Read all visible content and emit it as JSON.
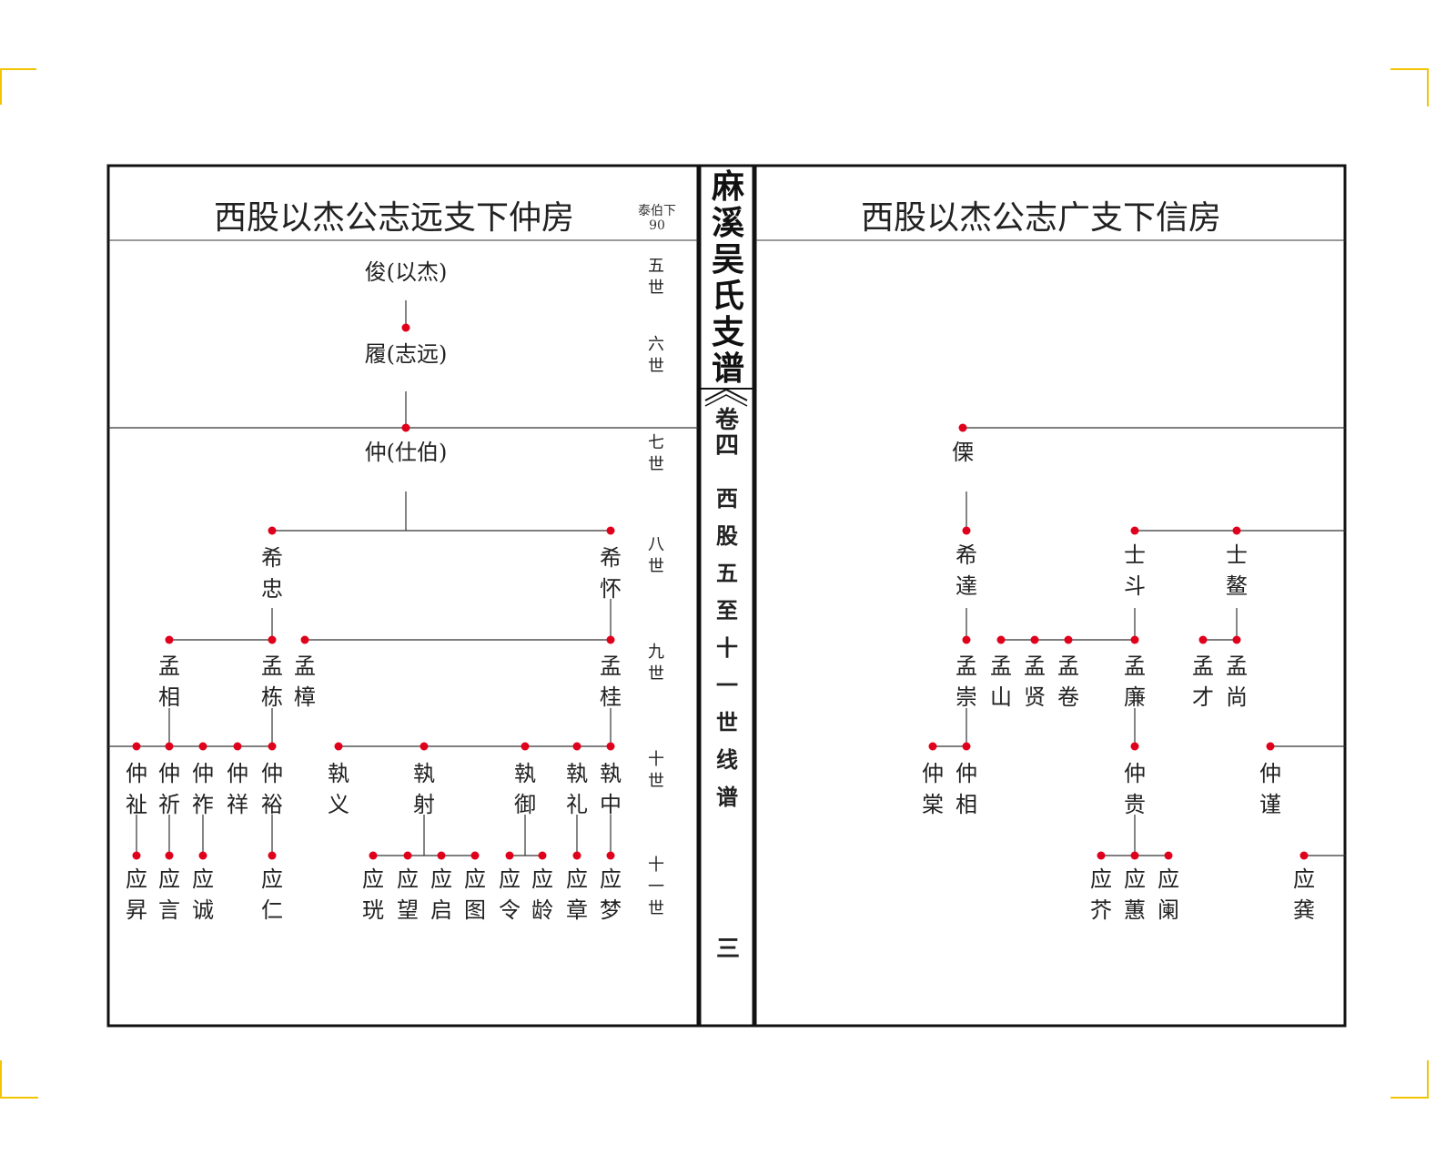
{
  "spine": {
    "title": "麻溪吴氏支谱",
    "volume": "卷四",
    "subtitle": "西股五至十一世线谱",
    "page": "三"
  },
  "left_page": {
    "title": "西股以杰公志远支下仲房",
    "tag_line1": "泰伯下",
    "tag_line2": "90",
    "generations": [
      "五世",
      "六世",
      "七世",
      "八世",
      "九世",
      "十世",
      "十一世"
    ],
    "names": [
      "俊(以杰)",
      "履(志远)",
      "仲(仕伯)",
      "希忠",
      "希怀",
      "孟相",
      "孟栋",
      "孟樟",
      "孟桂",
      "仲祉",
      "仲祈",
      "仲祚",
      "仲祥",
      "仲裕",
      "執义",
      "執射",
      "執御",
      "執礼",
      "執中",
      "应昇",
      "应言",
      "应诚",
      "应仁",
      "应珖",
      "应望",
      "应启",
      "应图",
      "应令",
      "应龄",
      "应章",
      "应梦"
    ]
  },
  "right_page": {
    "title": "西股以杰公志广支下信房",
    "names": [
      "傈",
      "希達",
      "士斗",
      "士鳌",
      "孟崇",
      "孟山",
      "孟贤",
      "孟卷",
      "孟廉",
      "孟才",
      "孟尚",
      "仲棠",
      "仲相",
      "仲贵",
      "仲谨",
      "应芥",
      "应蕙",
      "应阑",
      "应龚"
    ]
  },
  "colors": {
    "node": "#e0001b",
    "line": "#333333",
    "corner": "#f2c500"
  }
}
